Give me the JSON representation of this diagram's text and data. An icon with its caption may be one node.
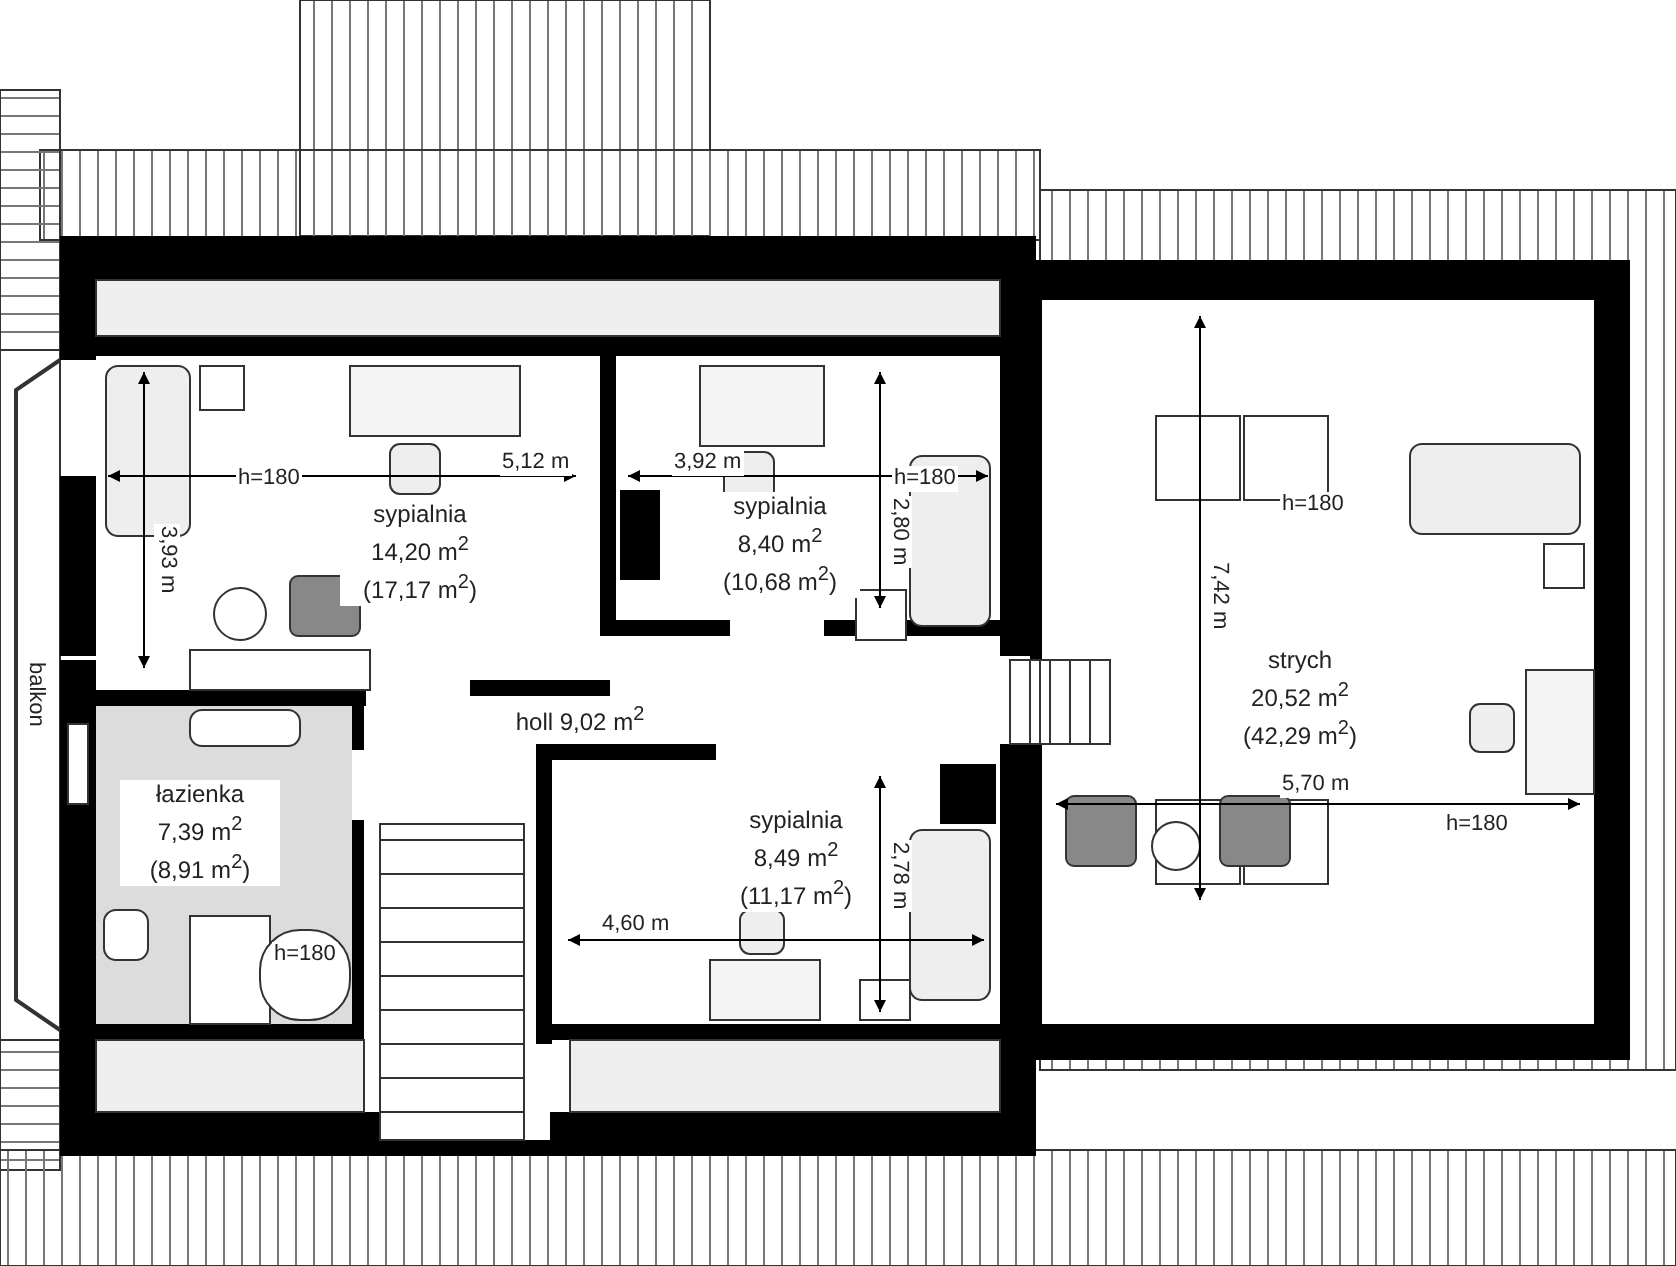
{
  "diagram": {
    "nodes": [
      {
        "text": [
          "sypialnia 14,20 m$^{2}$ (17,17 m$^{2}$)"
        ]
      },
      {
        "text": [
          "sypialnia 8,40 m$^{2}$ (10,68 m$^{2}$)"
        ]
      },
      {
        "text": [
          "strych 20,52 m$^{2}$ (42,29 m$^{2}$)"
        ]
      },
      {
        "text": [
          "holl 9,02 m$^{2}$"
        ]
      },
      {
        "text": [
          "łazienka 7,39 m$^{2}$ (8,91 m$^{2}$)"
        ]
      },
      {
        "text": [
          "sypialnia 8,49 m$^{2}$ (11,17 m$^{2}$)"
        ]
      }
    ],
    "labels": [
      "5,12 m",
      "3,92 m",
      "h=180",
      "h=180",
      "h=180",
      "3,93 m",
      "2,80 m",
      "7,42 m",
      "balkon",
      "5,70 m",
      "h=180",
      "4,60 m",
      "2,78 m",
      "h=180"
    ]
  }
}
